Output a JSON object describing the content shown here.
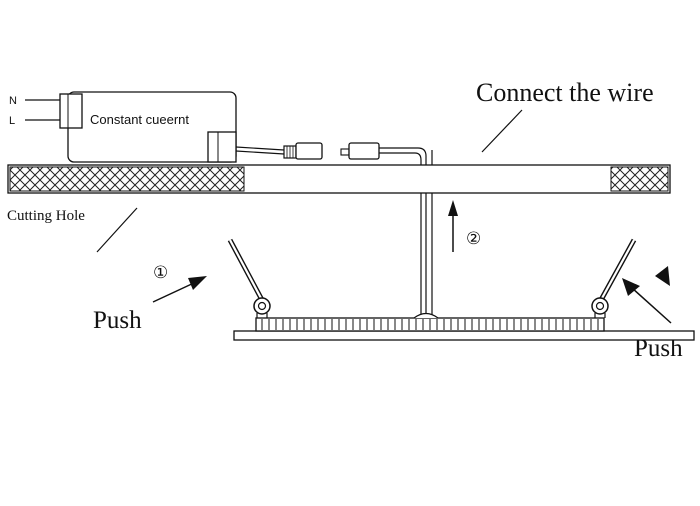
{
  "labels": {
    "neutral": "N",
    "live": "L",
    "driver": "Constant cueernt",
    "connect": "Connect the wire",
    "cutting_hole": "Cutting Hole",
    "step1": "①",
    "step2": "②",
    "push_left": "Push",
    "push_right": "Push"
  },
  "colors": {
    "line": "#111111",
    "hatch": "#222222",
    "background": "#ffffff"
  }
}
